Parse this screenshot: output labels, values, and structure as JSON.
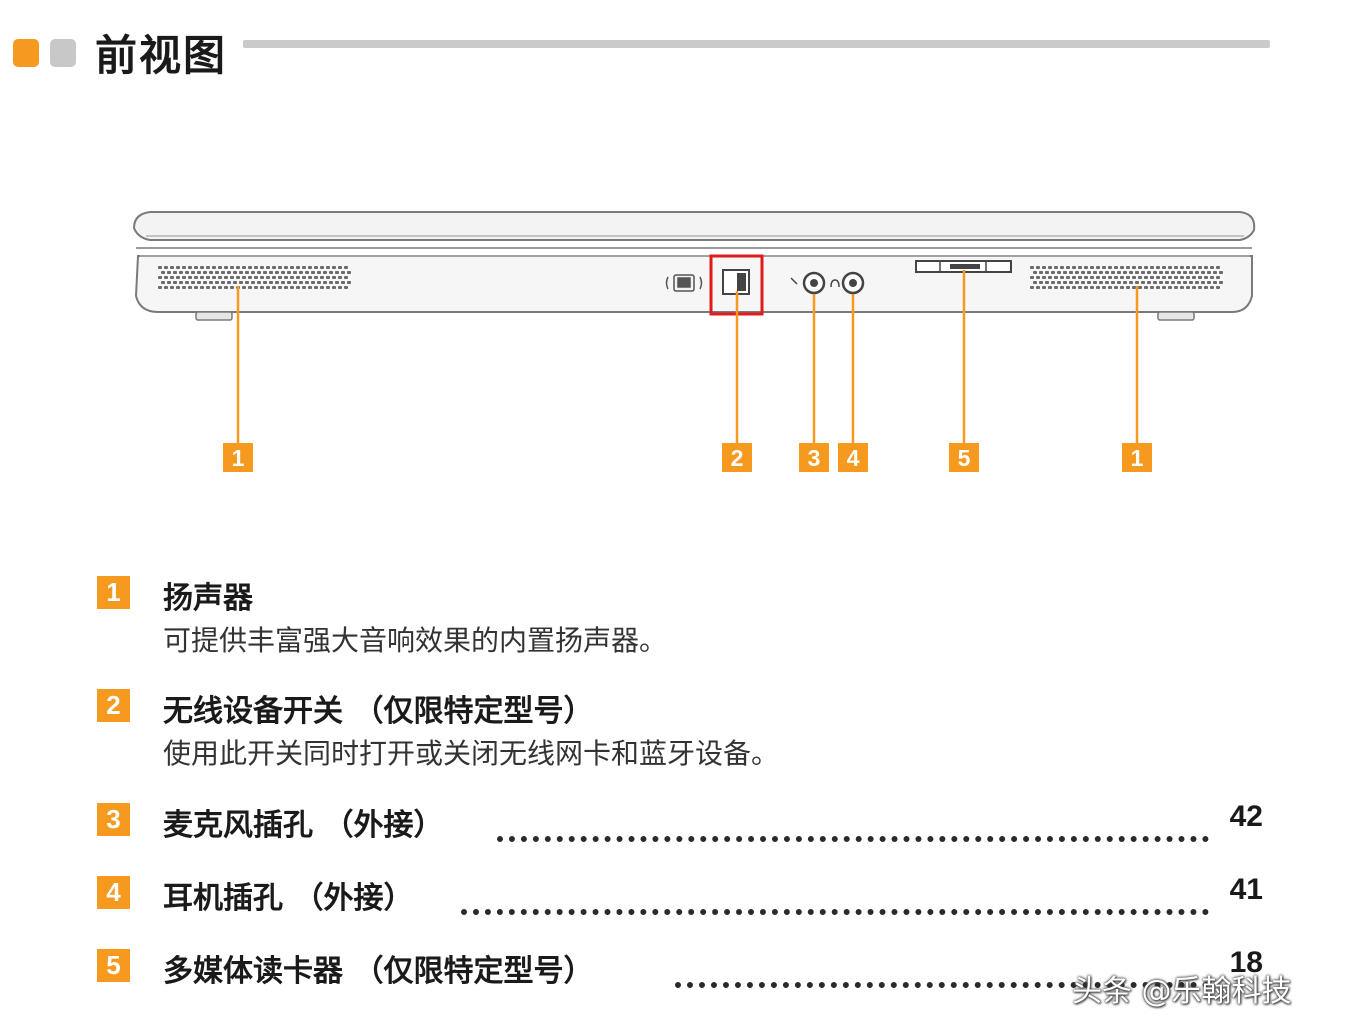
{
  "header": {
    "title": "前视图"
  },
  "callouts": [
    "1",
    "2",
    "3",
    "4",
    "5",
    "1"
  ],
  "items": [
    {
      "num": "1",
      "title": "扬声器",
      "desc": "可提供丰富强大音响效果的内置扬声器。"
    },
    {
      "num": "2",
      "title": "无线设备开关 （仅限特定型号）",
      "desc": "使用此开关同时打开或关闭无线网卡和蓝牙设备。"
    },
    {
      "num": "3",
      "title": "麦克风插孔 （外接）",
      "page": "42"
    },
    {
      "num": "4",
      "title": "耳机插孔 （外接）",
      "page": "41"
    },
    {
      "num": "5",
      "title": "多媒体读卡器 （仅限特定型号）",
      "page": "18"
    }
  ],
  "watermark": "头条 @乐翰科技",
  "colors": {
    "accent": "#f59a1e",
    "highlight": "#e01b1b",
    "gray": "#cacaca"
  }
}
